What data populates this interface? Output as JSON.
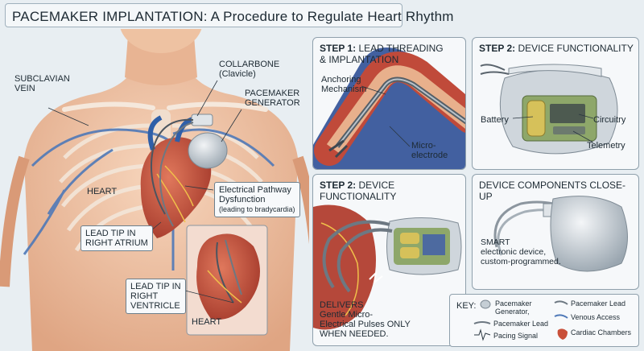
{
  "title": "PACEMAKER IMPLANTATION: A Procedure to Regulate Heart Rhythm",
  "left": {
    "subclavian_vein": [
      "SUBCLAVIAN",
      "VEIN"
    ],
    "collarbone": [
      "COLLARBONE",
      "(Clavicle)"
    ],
    "generator": [
      "PACEMAKER",
      "GENERATOR"
    ],
    "heart": "HEART",
    "pathway": [
      "Electrical Pathway",
      "Dysfunction"
    ],
    "pathway_note": "(leading to bradycardia)",
    "lead_atrium": [
      "LEAD TIP IN",
      "RIGHT ATRIUM"
    ],
    "lead_ventricle": [
      "LEAD TIP IN",
      "RIGHT",
      "VENTRICLE"
    ],
    "heart_inset": "HEART"
  },
  "panel1": {
    "title_bold": "STEP 1:",
    "title_rest_1": " LEAD THREADING",
    "title_rest_2": "& IMPLANTATION",
    "anchoring": [
      "Anchoring",
      "Mechanism"
    ],
    "micro": [
      "Micro-",
      "electrode"
    ]
  },
  "panel2": {
    "title_bold": "STEP 2:",
    "title_rest": " DEVICE FUNCTIONALITY",
    "battery": "Battery",
    "circuitry": "Circuitry",
    "telemetry": "Telemetry"
  },
  "panel3": {
    "title_bold": "STEP 2:",
    "title_rest": " DEVICE FUNCTIONALITY",
    "delivers": [
      "DELIVERS",
      "Gentle Micro-",
      "Electrical Pulses ONLY",
      "WHEN NEEDED."
    ]
  },
  "panel4": {
    "title": "DEVICE COMPONENTS CLOSE-UP",
    "desc": [
      "SMART",
      "electronic device,",
      "custom-programmed."
    ]
  },
  "key": {
    "title": "KEY:",
    "generator": [
      "Pacemaker",
      "Generator,"
    ],
    "lead": "Pacemaker Lead",
    "lead2": "Pacemaker Lead",
    "venous": "Venous Access",
    "pacing": "Pacing Signal",
    "chambers": "Cardiac Chambers"
  },
  "colors": {
    "skin": "#f0c7a8",
    "vein": "#4f79b8",
    "heart": "#c9503a",
    "device": "#b9c3cb",
    "panel_bg": "#f6f8fa"
  }
}
